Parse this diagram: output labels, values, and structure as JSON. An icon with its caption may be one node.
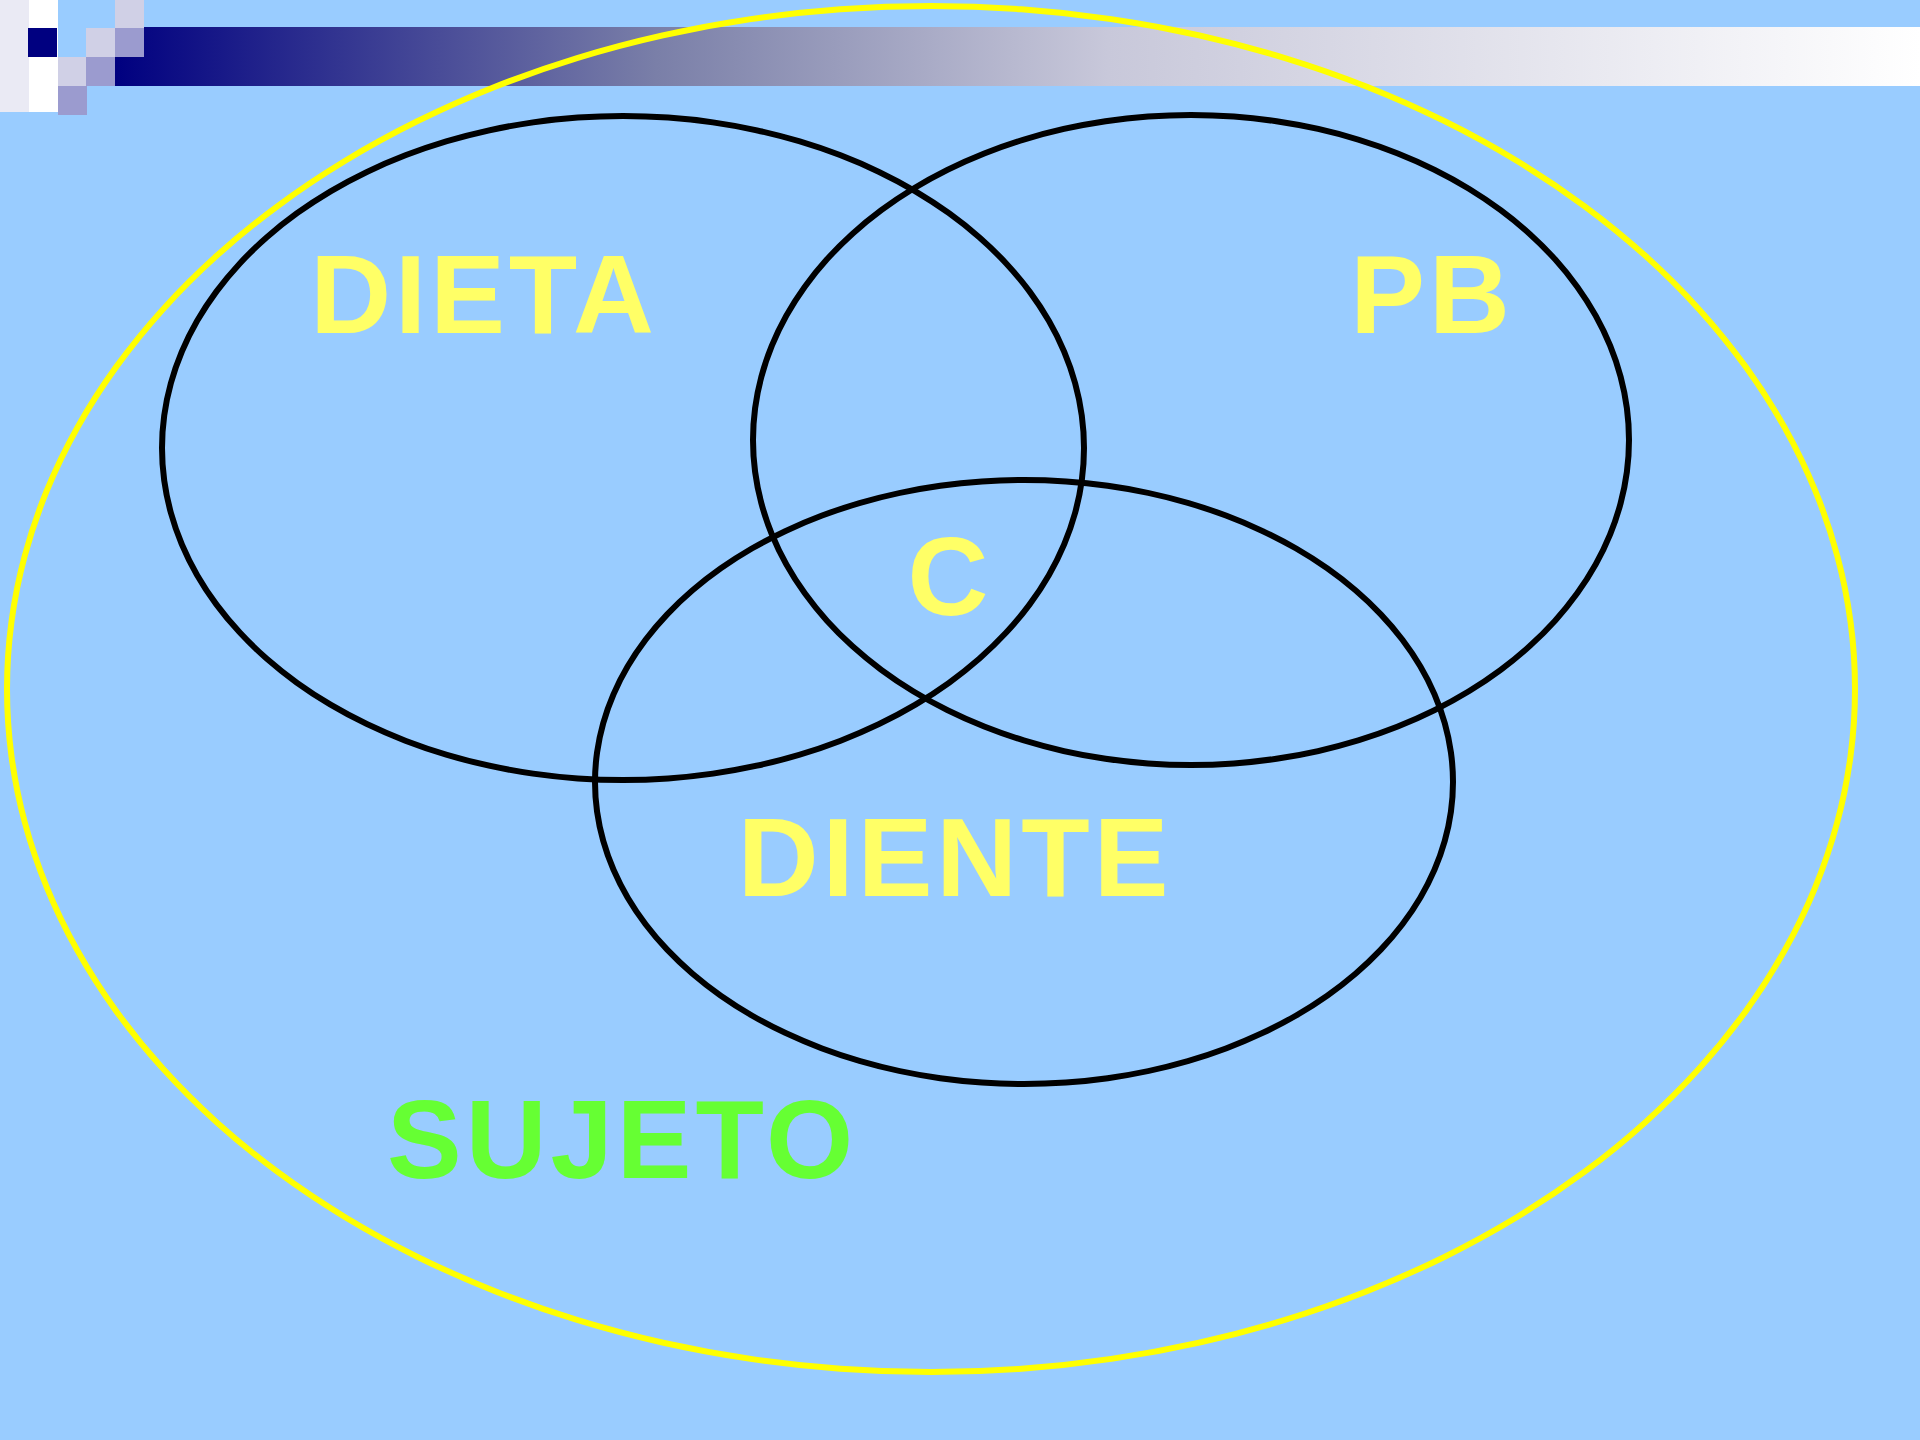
{
  "diagram": {
    "nodes": [
      {
        "text": [
          "SUJETO"
        ]
      },
      {
        "text": [
          "DIETA"
        ],
        "in": 0
      },
      {
        "text": [
          "PB"
        ],
        "in": 0
      },
      {
        "text": [
          "DIENTE"
        ],
        "in": 0
      }
    ],
    "labels": [
      "C"
    ]
  }
}
